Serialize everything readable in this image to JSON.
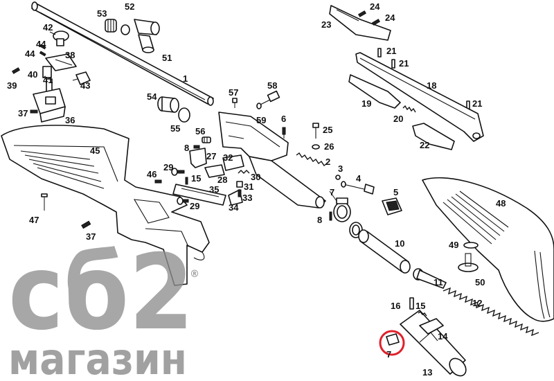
{
  "labels": {
    "p1": "1",
    "p2": "2",
    "p3": "3",
    "p4": "4",
    "p5": "5",
    "p6": "6",
    "p7": "7",
    "p7b": "7",
    "p8": "8",
    "p8b": "8",
    "p10": "10",
    "p11": "11",
    "p12": "12",
    "p13": "13",
    "p14": "14",
    "p15": "15",
    "p15b": "15",
    "p16": "16",
    "p18": "18",
    "p19": "19",
    "p20": "20",
    "p21a": "21",
    "p21b": "21",
    "p21c": "21",
    "p22": "22",
    "p23": "23",
    "p24a": "24",
    "p24b": "24",
    "p25": "25",
    "p26": "26",
    "p27": "27",
    "p28": "28",
    "p29a": "29",
    "p29b": "29",
    "p30": "30",
    "p31": "31",
    "p32": "32",
    "p33": "33",
    "p34": "34",
    "p35": "35",
    "p36": "36",
    "p37a": "37",
    "p37b": "37",
    "p38": "38",
    "p39": "39",
    "p40": "40",
    "p41": "41",
    "p42": "42",
    "p43": "43",
    "p44a": "44",
    "p44b": "44",
    "p45": "45",
    "p46": "46",
    "p47": "47",
    "p48": "48",
    "p49": "49",
    "p50": "50",
    "p51": "51",
    "p52": "52",
    "p53": "53",
    "p54": "54",
    "p55": "55",
    "p56": "56",
    "p57": "57",
    "p58": "58",
    "p59": "59"
  },
  "watermark": {
    "brand": "сб2",
    "subtitle": "магазин",
    "registered": "®"
  },
  "highlight_color": "#e0202a"
}
